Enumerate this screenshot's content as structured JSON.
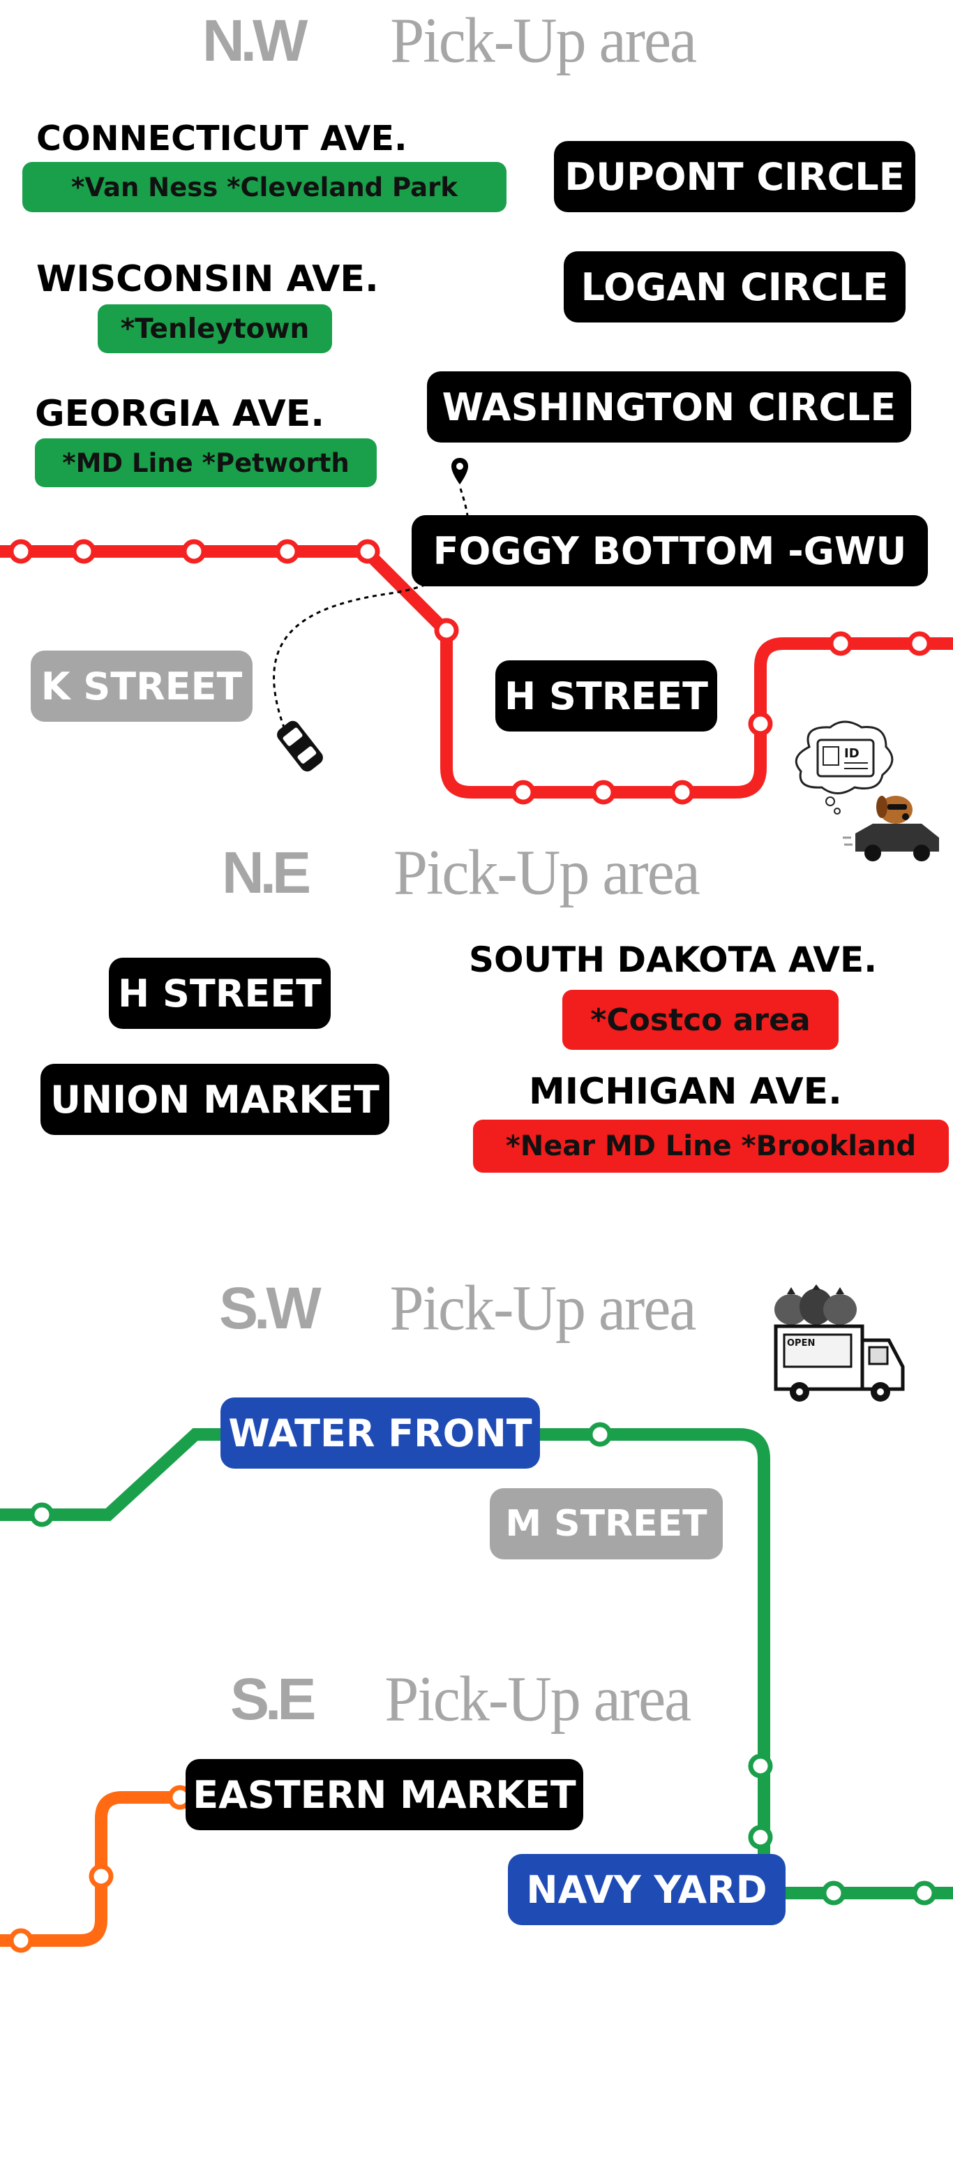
{
  "northwest": {
    "code": "N.W",
    "label": "Pick-Up  area",
    "connecticut": {
      "title": "CONNECTICUT  AVE.",
      "tag": "*Van Ness   *Cleveland Park"
    },
    "wisconsin": {
      "title": "WISCONSIN AVE.",
      "tag": "*Tenleytown"
    },
    "georgia": {
      "title": "GEORGIA AVE.",
      "tag": "*MD Line     *Petworth"
    },
    "stops": [
      "DUPONT CIRCLE",
      "LOGAN CIRCLE",
      "WASHINGTON CIRCLE",
      "FOGGY BOTTOM -GWU",
      "K STREET",
      "H STREET"
    ]
  },
  "northeast": {
    "code": "N.E",
    "label": "Pick-Up  area",
    "stops": [
      "H STREET",
      "UNION MARKET"
    ],
    "south_dakota": {
      "title": "SOUTH DAKOTA AVE.",
      "tag": "*Costco area"
    },
    "michigan": {
      "title": "MICHIGAN AVE.",
      "tag": "*Near MD Line    *Brookland"
    }
  },
  "southwest": {
    "code": "S.W",
    "label": "Pick-Up  area",
    "stops": [
      "WATER FRONT",
      "M STREET"
    ]
  },
  "southeast": {
    "code": "S.E",
    "label": "Pick-Up  area",
    "stops": [
      "EASTERN MARKET",
      "NAVY YARD"
    ]
  },
  "illustrations": {
    "id_card_label": "ID",
    "truck_sign": "OPEN"
  },
  "colors": {
    "red_line": "#f52222",
    "green_line": "#1aa04b",
    "orange_line": "#ff6a13",
    "heading_grey": "#a6a6a6",
    "pill_black": "#000000",
    "pill_blue": "#1f4bb5",
    "pill_green": "#1aa04b",
    "pill_red": "#f21d1d"
  },
  "icons": [
    "map-pin-icon",
    "car-icon",
    "id-card-icon",
    "dog-driver-icon",
    "trash-bags-icon",
    "food-truck-icon"
  ]
}
